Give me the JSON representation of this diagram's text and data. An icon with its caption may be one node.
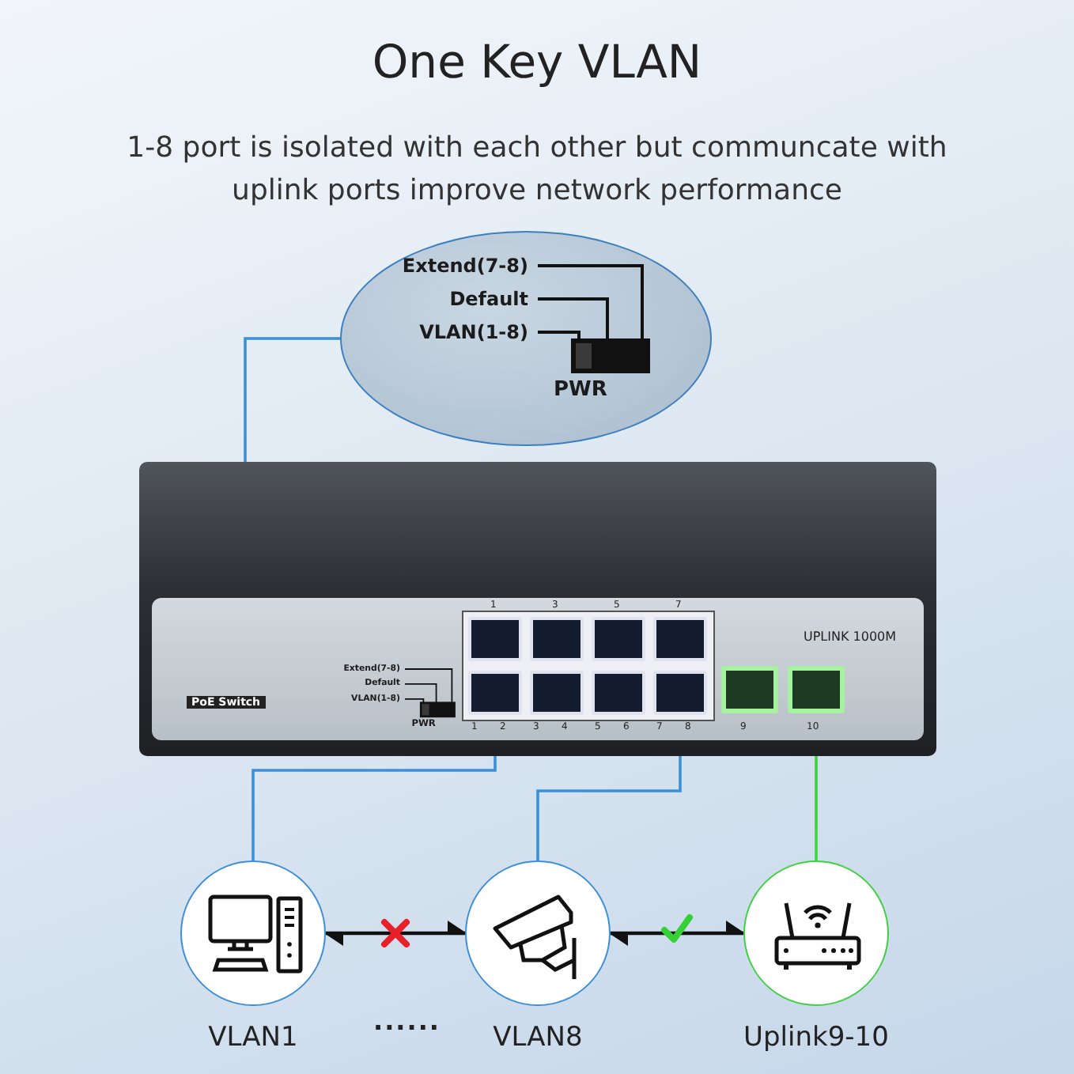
{
  "diagram": {
    "title": "One Key VLAN",
    "nodes": [
      {
        "text": [
          "Extend(7-8)",
          "Default",
          "VLAN(1-8)",
          "PWR"
        ]
      },
      {
        "text": [],
        "shape": "picture"
      },
      {
        "text": [
          "Extend(7-8)",
          "Default",
          "VLAN(1-8)",
          "PWR"
        ],
        "in": 1
      },
      {
        "text": [],
        "shape": "box",
        "in": 1
      },
      {
        "text": [],
        "shape": "box",
        "in": 1
      },
      {
        "text": [],
        "shape": "box",
        "in": 1
      },
      {
        "text": [],
        "shape": "box",
        "in": 1
      },
      {
        "text": [],
        "shape": "box",
        "in": 1
      },
      {
        "text": [],
        "shape": "box",
        "in": 1
      },
      {
        "text": [],
        "shape": "box",
        "in": 1
      },
      {
        "text": [],
        "shape": "box",
        "in": 1
      },
      {
        "text": [],
        "shape": "box",
        "in": 1
      },
      {
        "text": [],
        "shape": "box",
        "in": 1
      },
      {
        "text": [
          "VLAN1"
        ]
      },
      {
        "text": [
          "VLAN8"
        ]
      },
      {
        "text": [
          "Uplink9-10"
        ]
      }
    ],
    "edges": [
      {
        "from": 0,
        "to": 2,
        "arrow": "other"
      },
      {
        "from": 7,
        "to": 13,
        "arrow": "none"
      },
      {
        "from": 10,
        "to": 14,
        "arrow": "none"
      },
      {
        "from": 12,
        "to": 15,
        "arrow": "none",
        "color": "#3fd13f"
      },
      {
        "from": 13,
        "to": 14,
        "arrow": "both",
        "color": "#111111"
      },
      {
        "from": 14,
        "to": 15,
        "arrow": "both",
        "color": "#111111"
      }
    ],
    "labels": [
      "1-8 port is isolated with each other but communcate with uplink ports improve network performance",
      "1",
      "3",
      "5",
      "7",
      "UPLINK 1000M",
      "PoE Switch",
      "1",
      "2",
      "3",
      "4",
      "5",
      "6",
      "7",
      "8",
      "9",
      "10",
      "......"
    ]
  }
}
